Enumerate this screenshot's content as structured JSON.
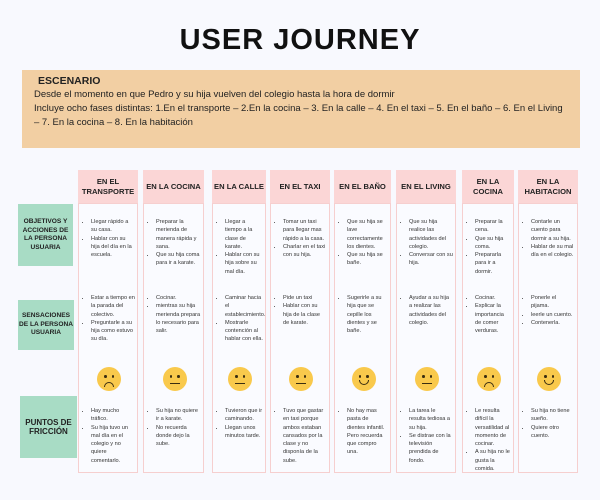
{
  "title": "USER JOURNEY",
  "scenario": {
    "heading": "ESCENARIO",
    "line1": "Desde el momento en que Pedro y su hija vuelven del colegio hasta la hora de dormir",
    "line2": "Incluye ocho fases distintas: 1.En el transporte – 2.En la cocina – 3. En la calle – 4. En el taxi – 5. En el baño – 6. En el Living – 7. En la cocina – 8. En la habitación"
  },
  "row_labels": [
    "OBJETIVOS Y ACCIONES DE LA PERSONA USUARIA",
    "SENSACIONES DE LA PERSONA USUARIA",
    "PUNTOS DE FRICCIÓN"
  ],
  "colors": {
    "header": "#fbd6d6",
    "label": "#a8dcc5",
    "scenario": "#f2cfa3",
    "face": "#f9c94c"
  },
  "phases": [
    {
      "title": "EN EL TRANSPORTE",
      "mood": "sad-face-icon",
      "goals": [
        "Llegar rápido a su casa.",
        "Hablar con su hija del día en la escuela."
      ],
      "feelings": [
        "Estar a tiempo en la parada del colectivo.",
        "Preguntarle a su hija como estuvo su día."
      ],
      "friction": [
        "Hay mucho tráfico.",
        "Su hija tuvo un mal día en el colegio y no quiere comentarlo."
      ]
    },
    {
      "title": "EN LA COCINA",
      "mood": "neutral-face-icon",
      "goals": [
        "Preparar la merienda de manera rápida y sana.",
        "Que su hija coma para ir a karate."
      ],
      "feelings": [
        "Cocinar.",
        "mientras su hija merienda prepara lo necesario para salir."
      ],
      "friction": [
        "Su hija no quiere ir a karate.",
        "No recuerda donde dejo la sube."
      ]
    },
    {
      "title": "EN LA CALLE",
      "mood": "neutral-face-icon",
      "goals": [
        "Llegar a tiempo a la clase de karate.",
        "Hablar con su hija sobre su mal día."
      ],
      "feelings": [
        "Caminar hacia el establecimiento.",
        "Mostrarle contención al hablar con ella."
      ],
      "friction": [
        "Tuvieron que ir caminando.",
        "Llegan unos minutos tarde."
      ]
    },
    {
      "title": "EN EL TAXI",
      "mood": "neutral-face-icon",
      "goals": [
        "Tomar un taxi para llegar mas rápido a la casa.",
        "Charlar en el taxi con su hija."
      ],
      "feelings": [
        "Pide un taxi",
        "Hablar con su hija de la clase de karate."
      ],
      "friction": [
        "Tuvo que gastar en taxi porque ambos estaban cansados por la clase y no disponía de la sube."
      ]
    },
    {
      "title": "EN EL BAÑO",
      "mood": "happy-face-icon",
      "goals": [
        "Que su hija se lave correctamente los dientes.",
        "Que su hija se bañe."
      ],
      "feelings": [
        "Sugerirle a su hija que se cepille los dientes y se bañe."
      ],
      "friction": [
        "No hay mas pasta de dientes infantil. Pero recuerda que compro una."
      ]
    },
    {
      "title": "EN EL LIVING",
      "mood": "neutral-face-icon",
      "goals": [
        "Que su hija realice las actividades del colegio.",
        "Conversar con su hija."
      ],
      "feelings": [
        "Ayudar a su hija a realizar las actividades del colegio."
      ],
      "friction": [
        "La tarea le resulta tediosa a su hija.",
        "Se distrae con la televisión prendida de fondo."
      ]
    },
    {
      "title": "EN LA COCINA",
      "mood": "sad-face-icon",
      "goals": [
        "Preparar la cena.",
        "Que su hija coma.",
        "Prepararla para ir a dormir."
      ],
      "feelings": [
        "Cocinar.",
        "Explicar la importancia de comer verduras."
      ],
      "friction": [
        "Le resulta difícil la versatilidad al momento de cocinar.",
        "A su hija no le gusta la comida."
      ]
    },
    {
      "title": "EN LA HABITACION",
      "mood": "happy-face-icon",
      "goals": [
        "Contarle un cuento para dormir a su hija.",
        "Hablar de su mal día en el colegio."
      ],
      "feelings": [
        "Ponerle el pijama.",
        "leerle un cuento.",
        "Contenerla."
      ],
      "friction": [
        "Su hija no tiene sueño.",
        "Quiere otro cuento."
      ]
    }
  ]
}
